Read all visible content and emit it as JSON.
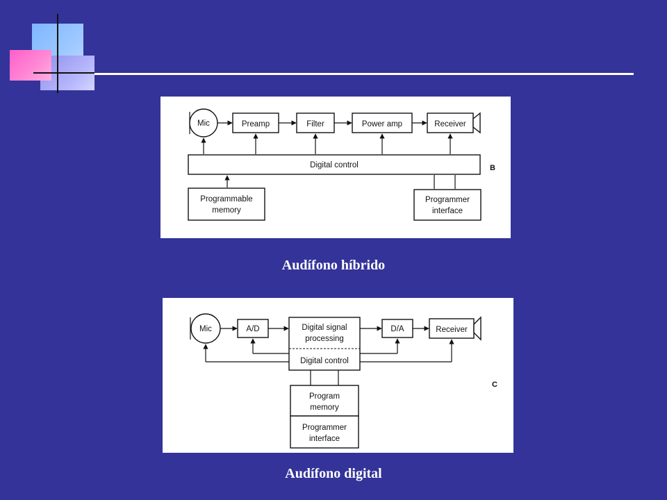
{
  "hybrid": {
    "caption": "Audífono híbrido",
    "panel_label": "B",
    "mic": "Mic",
    "preamp": "Preamp",
    "filter": "Filter",
    "power_amp": "Power amp",
    "receiver": "Receiver",
    "digital_control": "Digital control",
    "programmable_memory": [
      "Programmable",
      "memory"
    ],
    "programmer_interface": [
      "Programmer",
      "interface"
    ]
  },
  "digital": {
    "caption": "Audífono digital",
    "panel_label": "C",
    "mic": "Mic",
    "ad": "A/D",
    "dsp": [
      "Digital signal",
      "processing"
    ],
    "digital_control": "Digital control",
    "da": "D/A",
    "receiver": "Receiver",
    "program_memory": [
      "Program",
      "memory"
    ],
    "programmer_interface": [
      "Programmer",
      "interface"
    ]
  }
}
